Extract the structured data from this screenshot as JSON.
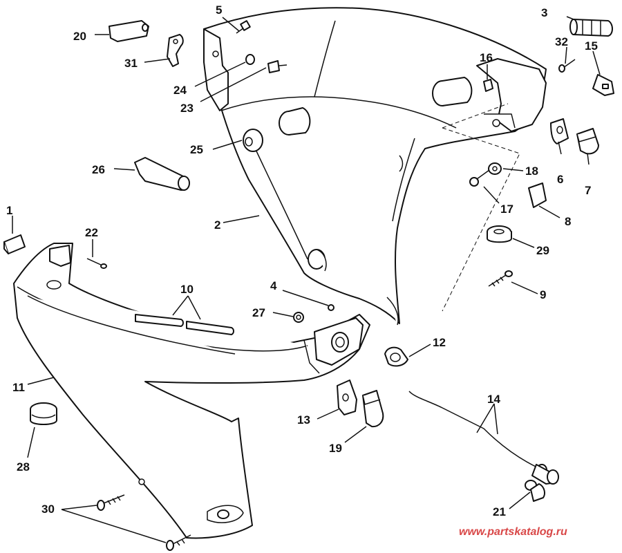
{
  "labels": {
    "p1": "1",
    "p2": "2",
    "p3": "3",
    "p4": "4",
    "p5": "5",
    "p6": "6",
    "p7": "7",
    "p8": "8",
    "p9": "9",
    "p10": "10",
    "p11": "11",
    "p12": "12",
    "p13": "13",
    "p14": "14",
    "p15": "15",
    "p16": "16",
    "p17": "17",
    "p18": "18",
    "p19": "19",
    "p20": "20",
    "p21": "21",
    "p22": "22",
    "p23": "23",
    "p24": "24",
    "p25": "25",
    "p26": "26",
    "p27": "27",
    "p28": "28",
    "p29": "29",
    "p30": "30",
    "p31": "31",
    "p32": "32"
  },
  "watermark": "www.partskatalog.ru",
  "colors": {
    "line": "#111111",
    "watermark": "#d94848",
    "background": "#ffffff"
  }
}
